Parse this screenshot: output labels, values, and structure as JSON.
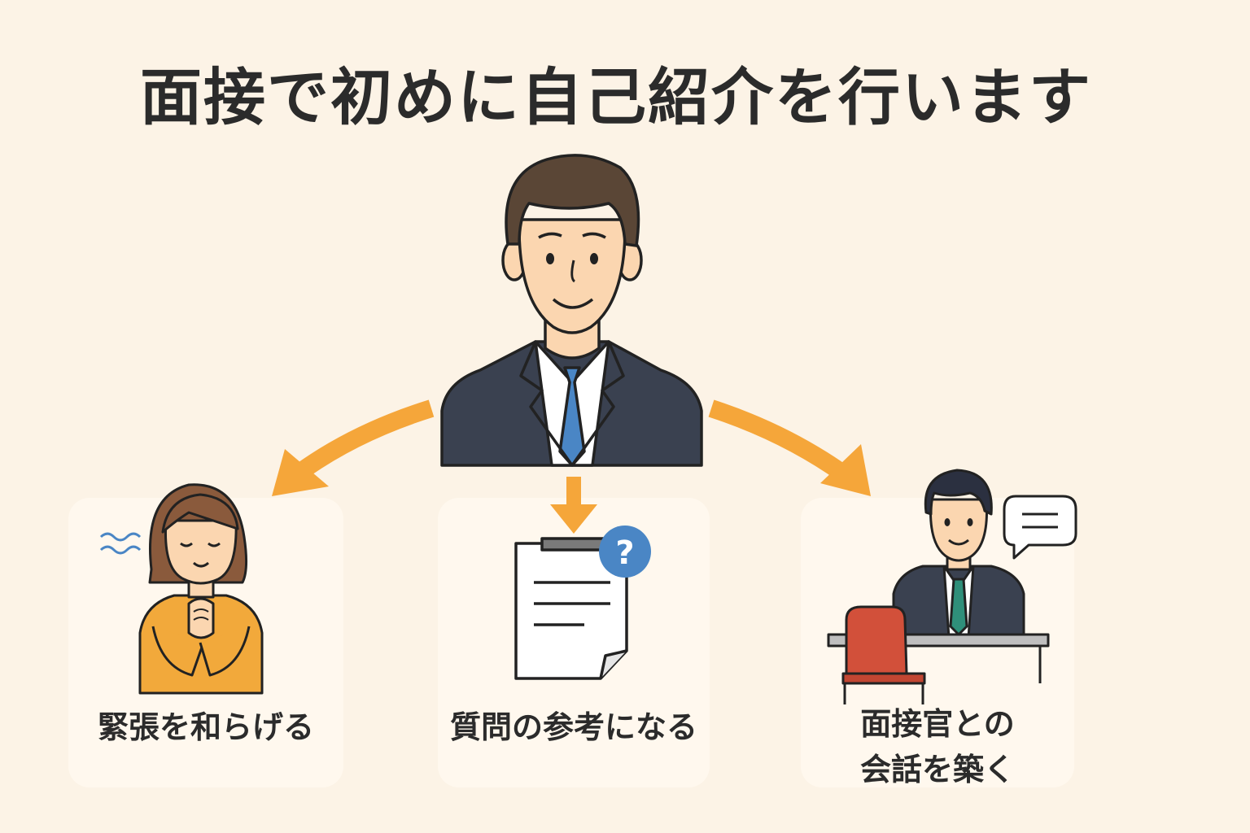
{
  "title": "面接で初めに自己紹介を行います",
  "benefits": [
    {
      "label": "緊張を和らげる"
    },
    {
      "label": "質問の参考になる"
    },
    {
      "label": "面接官との\n会話を築く"
    }
  ],
  "colors": {
    "background": "#fcf3e6",
    "arrow": "#f5a63a",
    "suit": "#3a4150",
    "tie_blue": "#4a86c5",
    "sweater": "#f2a93b",
    "question_badge": "#4a86c5",
    "chair": "#d2503a"
  },
  "icons": [
    "businessman-icon",
    "relaxed-woman-icon",
    "document-question-icon",
    "interviewer-icon",
    "speech-bubble-icon"
  ]
}
